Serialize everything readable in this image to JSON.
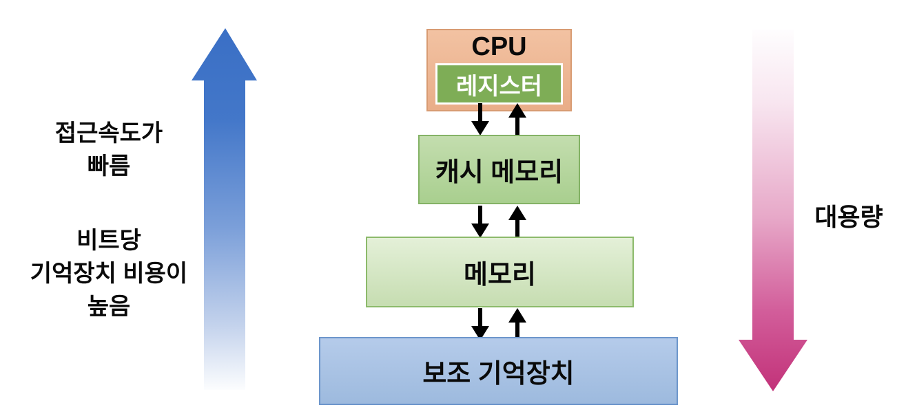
{
  "diagram": {
    "kind": "memory-hierarchy",
    "left_arrow": {
      "direction": "up",
      "color_top": "#3a6fc5",
      "color_bottom": "#ffffff",
      "labels": {
        "speed_line1": "접근속도가",
        "speed_line2": "빠름",
        "cost_line1": "비트당",
        "cost_line2": "기억장치 비용이",
        "cost_line3": "높음"
      }
    },
    "right_arrow": {
      "direction": "down",
      "color_top": "#ffffff",
      "color_bottom": "#c23279",
      "label": "대용량"
    },
    "boxes": {
      "cpu": {
        "label": "CPU",
        "fill": "#edb795",
        "border": "#d89b72",
        "register": {
          "label": "레지스터",
          "fill": "#7ead56",
          "border": "#ffffff",
          "text_color": "#ffffff"
        }
      },
      "cache": {
        "label": "캐시 메모리",
        "fill": "#b5d69e",
        "border": "#84b266"
      },
      "memory": {
        "label": "메모리",
        "fill": "#d3e5c2",
        "border": "#8cba6a"
      },
      "storage": {
        "label": "보조 기억장치",
        "fill": "#a7c1e4",
        "border": "#6d96cb"
      }
    },
    "flow_arrows_color": "#000000"
  }
}
